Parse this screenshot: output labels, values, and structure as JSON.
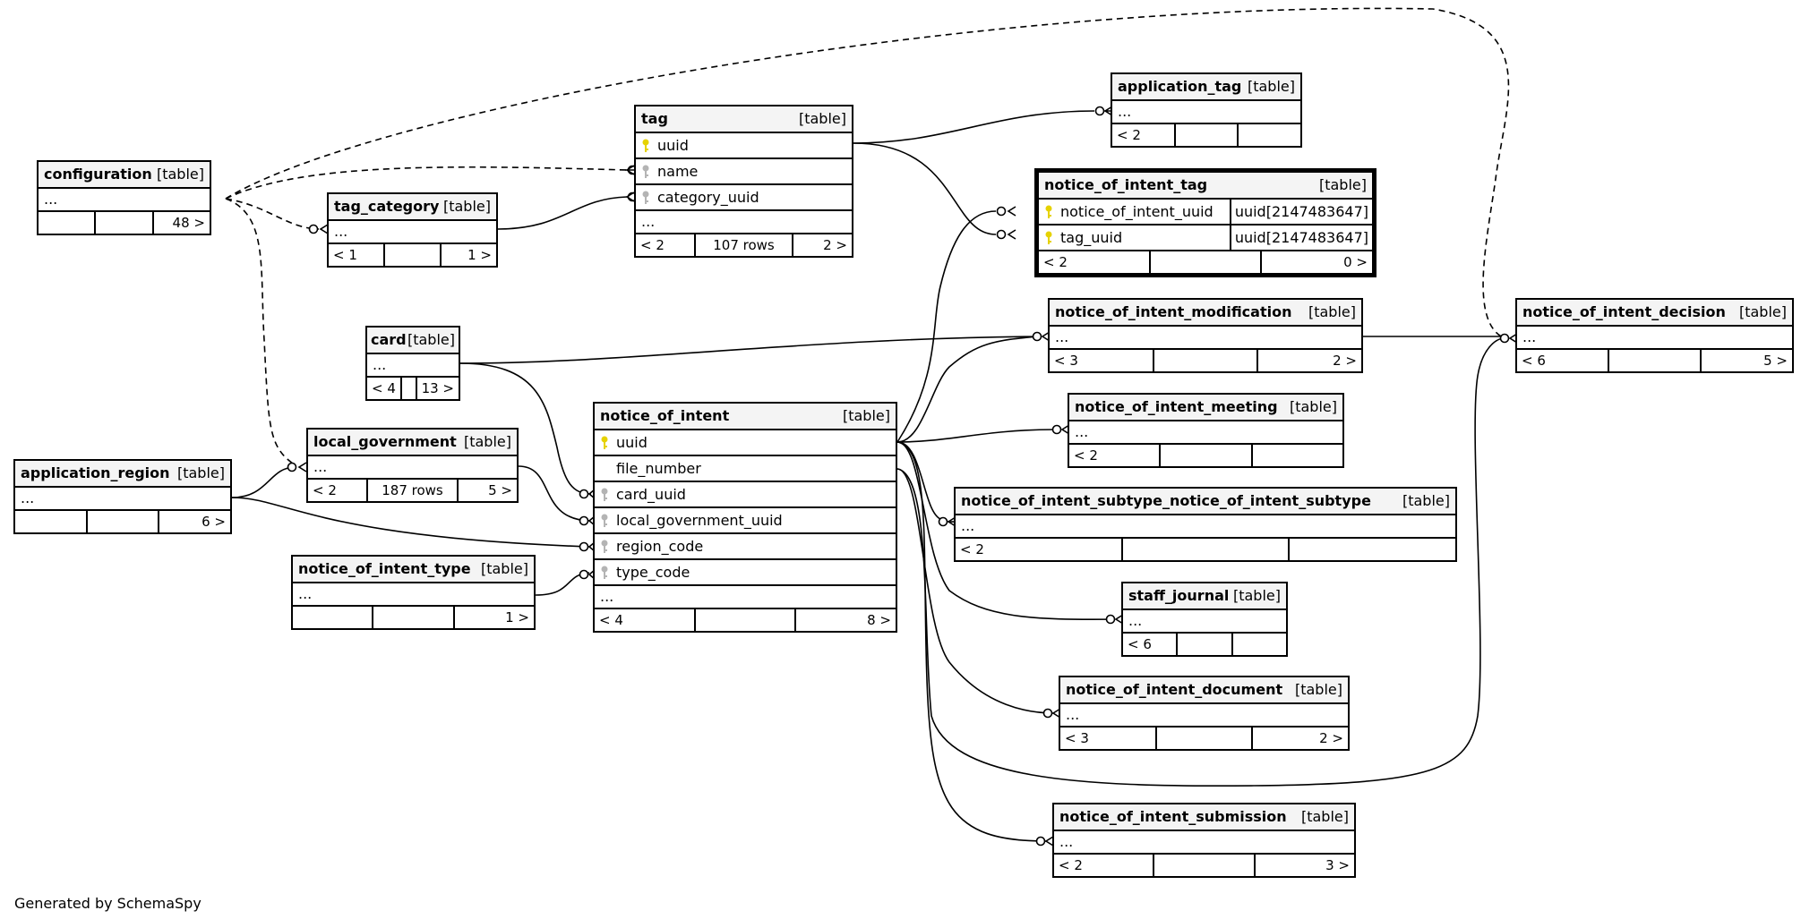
{
  "footer_note": "Generated by SchemaSpy",
  "tables": {
    "configuration": {
      "name": "configuration",
      "type": "[table]",
      "ellipsis": "...",
      "footer": [
        "",
        "",
        "48 >"
      ]
    },
    "tag_category": {
      "name": "tag_category",
      "type": "[table]",
      "ellipsis": "...",
      "footer": [
        "< 1",
        "",
        "1 >"
      ]
    },
    "tag": {
      "name": "tag",
      "type": "[table]",
      "columns": [
        {
          "name": "uuid",
          "key": "pk"
        },
        {
          "name": "name",
          "key": "fk"
        },
        {
          "name": "category_uuid",
          "key": "fk"
        }
      ],
      "ellipsis": "...",
      "footer": [
        "< 2",
        "107 rows",
        "2 >"
      ]
    },
    "application_tag": {
      "name": "application_tag",
      "type": "[table]",
      "ellipsis": "...",
      "footer": [
        "< 2",
        "",
        ""
      ]
    },
    "notice_of_intent_tag": {
      "name": "notice_of_intent_tag",
      "type": "[table]",
      "columns": [
        {
          "name": "notice_of_intent_uuid",
          "key": "pk",
          "dtype": "uuid[2147483647]"
        },
        {
          "name": "tag_uuid",
          "key": "pk",
          "dtype": "uuid[2147483647]"
        }
      ],
      "footer": [
        "< 2",
        "",
        "0 >"
      ]
    },
    "card": {
      "name": "card",
      "type": "[table]",
      "ellipsis": "...",
      "footer": [
        "< 4",
        "",
        "13 >"
      ]
    },
    "local_government": {
      "name": "local_government",
      "type": "[table]",
      "ellipsis": "...",
      "footer": [
        "< 2",
        "187 rows",
        "5 >"
      ]
    },
    "application_region": {
      "name": "application_region",
      "type": "[table]",
      "ellipsis": "...",
      "footer": [
        "",
        "",
        "6 >"
      ]
    },
    "notice_of_intent_type": {
      "name": "notice_of_intent_type",
      "type": "[table]",
      "ellipsis": "...",
      "footer": [
        "",
        "",
        "1 >"
      ]
    },
    "notice_of_intent": {
      "name": "notice_of_intent",
      "type": "[table]",
      "columns": [
        {
          "name": "uuid",
          "key": "pk"
        },
        {
          "name": "file_number",
          "key": "none"
        },
        {
          "name": "card_uuid",
          "key": "fk"
        },
        {
          "name": "local_government_uuid",
          "key": "fk"
        },
        {
          "name": "region_code",
          "key": "fk"
        },
        {
          "name": "type_code",
          "key": "fk"
        }
      ],
      "ellipsis": "...",
      "footer": [
        "< 4",
        "",
        "8 >"
      ]
    },
    "notice_of_intent_modification": {
      "name": "notice_of_intent_modification",
      "type": "[table]",
      "ellipsis": "...",
      "footer": [
        "< 3",
        "",
        "2 >"
      ]
    },
    "notice_of_intent_decision": {
      "name": "notice_of_intent_decision",
      "type": "[table]",
      "ellipsis": "...",
      "footer": [
        "< 6",
        "",
        "5 >"
      ]
    },
    "notice_of_intent_meeting": {
      "name": "notice_of_intent_meeting",
      "type": "[table]",
      "ellipsis": "...",
      "footer": [
        "< 2",
        "",
        ""
      ]
    },
    "notice_of_intent_subtype_notice_of_intent_subtype": {
      "name": "notice_of_intent_subtype_notice_of_intent_subtype",
      "type": "[table]",
      "ellipsis": "...",
      "footer": [
        "< 2",
        "",
        ""
      ]
    },
    "staff_journal": {
      "name": "staff_journal",
      "type": "[table]",
      "ellipsis": "...",
      "footer": [
        "< 6",
        "",
        ""
      ]
    },
    "notice_of_intent_document": {
      "name": "notice_of_intent_document",
      "type": "[table]",
      "ellipsis": "...",
      "footer": [
        "< 3",
        "",
        "2 >"
      ]
    },
    "notice_of_intent_submission": {
      "name": "notice_of_intent_submission",
      "type": "[table]",
      "ellipsis": "...",
      "footer": [
        "< 2",
        "",
        "3 >"
      ]
    }
  },
  "colors": {
    "primary_key": "#e6d200",
    "foreign_key": "#b4b4b4",
    "header_bg": "#f4f4f4"
  }
}
